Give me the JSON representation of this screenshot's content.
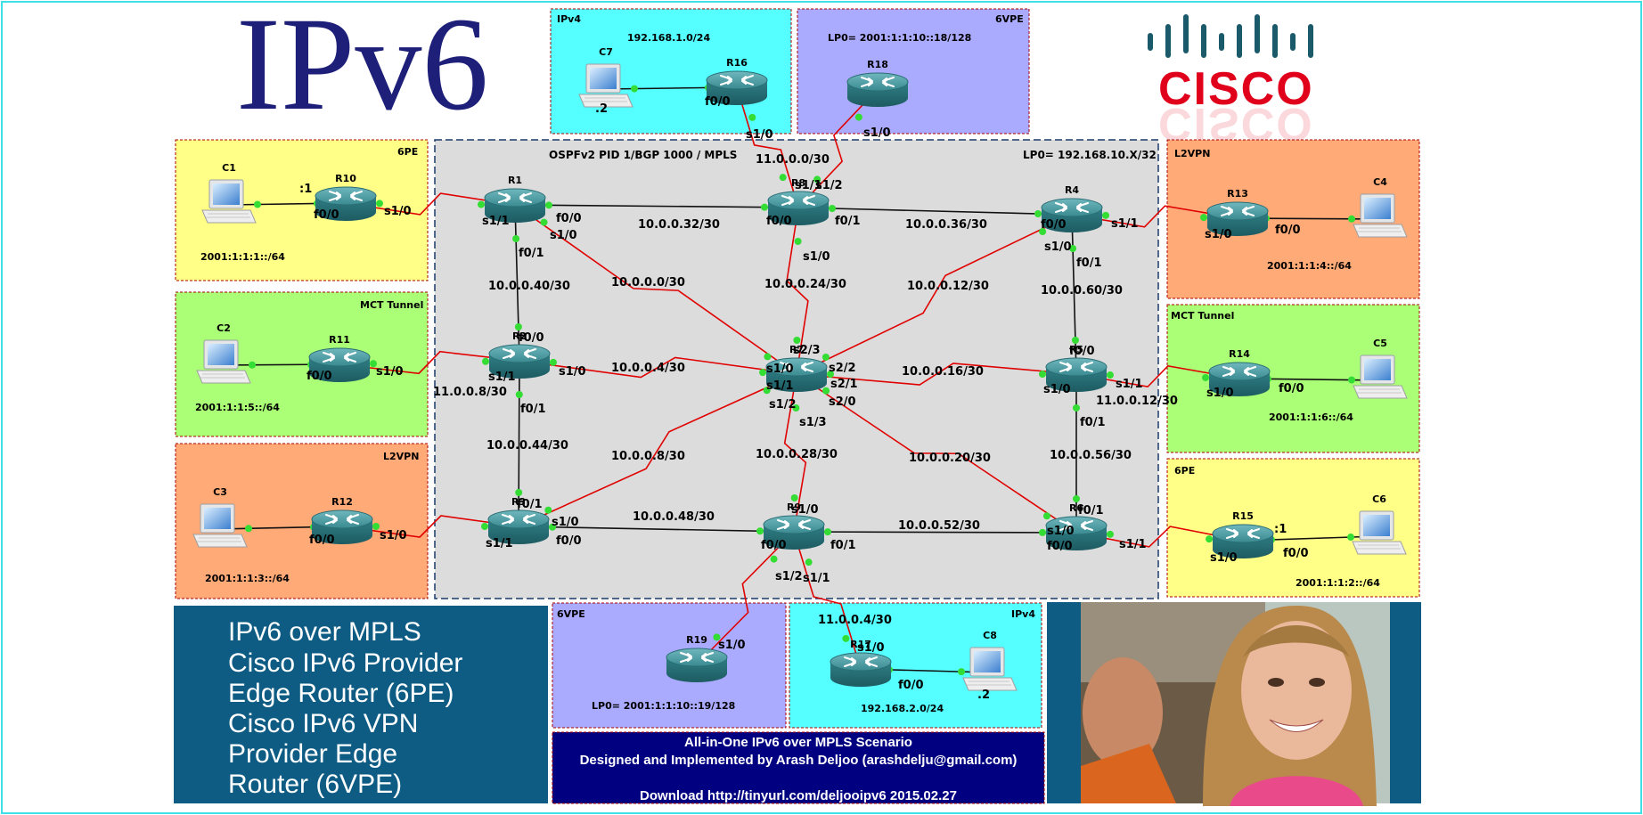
{
  "title": "IPv6",
  "logo": {
    "text": "CISCO",
    "colors": {
      "bars": "#1a5a6a",
      "word": "#e0001b"
    }
  },
  "core": {
    "title": "OSPFv2 PID 1/BGP 1000 / MPLS",
    "loopback": "LP0= 192.168.10.X/32"
  },
  "sites": {
    "ipv4_top": {
      "tag": "IPv4",
      "subnet": "192.168.1.0/24",
      "pc": "C7",
      "pc_ip": ".2",
      "router": "R16",
      "iface_pc": "f0/0",
      "iface_wan": "s1/0"
    },
    "vpe_top": {
      "tag": "6VPE",
      "loopback": "LP0= 2001:1:1:10::18/128",
      "router": "R18",
      "iface": "s1/0"
    },
    "c1": {
      "tag": "6PE",
      "pc": "C1",
      "router": "R10",
      "prefix": "2001:1:1:1::/64",
      "pc_ip": ":1",
      "iface_lan": "f0/0",
      "iface_wan": "s1/0"
    },
    "c2": {
      "tag": "MCT Tunnel",
      "pc": "C2",
      "router": "R11",
      "prefix": "2001:1:1:5::/64",
      "iface_lan": "f0/0",
      "iface_wan": "s1/0"
    },
    "c3": {
      "tag": "L2VPN",
      "pc": "C3",
      "router": "R12",
      "prefix": "2001:1:1:3::/64",
      "iface_lan": "f0/0",
      "iface_wan": "s1/0"
    },
    "c4": {
      "tag": "L2VPN",
      "pc": "C4",
      "router": "R13",
      "prefix": "2001:1:1:4::/64",
      "iface_wan": "s1/0",
      "iface_lan": "f0/0"
    },
    "c5": {
      "tag": "MCT Tunnel",
      "pc": "C5",
      "router": "R14",
      "prefix": "2001:1:1:6::/64",
      "iface_wan": "s1/0",
      "iface_lan": "f0/0"
    },
    "c6": {
      "tag": "6PE",
      "pc": "C6",
      "router": "R15",
      "prefix": "2001:1:1:2::/64",
      "pc_ip": ":1",
      "iface_wan": "s1/0",
      "iface_lan": "f0/0"
    },
    "vpe_bottom": {
      "tag": "6VPE",
      "router": "R19",
      "iface": "s1/0",
      "loopback": "LP0= 2001:1:1:10::19/128"
    },
    "ipv4_bottom": {
      "tag": "IPv4",
      "router": "R17",
      "pc": "C8",
      "wan": "11.0.0.4/30",
      "iface_wan": "s1/0",
      "iface_lan": "f0/0",
      "subnet": "192.168.2.0/24",
      "pc_ip": ".2"
    }
  },
  "routers": {
    "R1": {
      "name": "R1",
      "ifaces": [
        "s1/1",
        "f0/0",
        "s1/0",
        "f0/1"
      ]
    },
    "R2": {
      "name": "R2",
      "ifaces": [
        "f0/0",
        "s1/1",
        "s1/0",
        "f0/1"
      ]
    },
    "R3": {
      "name": "R3",
      "ifaces": [
        "f0/1",
        "s1/0",
        "s1/1",
        "f0/0"
      ]
    },
    "R4": {
      "name": "R4",
      "ifaces": [
        "f0/0",
        "s1/1",
        "s1/0",
        "f0/1"
      ]
    },
    "R5": {
      "name": "R5",
      "ifaces": [
        "f0/0",
        "s1/1",
        "s1/0",
        "f0/1"
      ]
    },
    "R6": {
      "name": "R6",
      "ifaces": [
        "f0/1",
        "s1/1",
        "f0/0",
        "s1/0"
      ]
    },
    "R7": {
      "name": "R7",
      "ifaces": [
        "s2/3",
        "s1/0",
        "s2/2",
        "s2/1",
        "s1/1",
        "s1/2",
        "s2/0",
        "s1/3"
      ]
    },
    "R8": {
      "name": "R8",
      "ifaces": [
        "s1/1",
        "s1/2",
        "f0/0",
        "f0/1",
        "s1/0"
      ]
    },
    "R9": {
      "name": "R9",
      "ifaces": [
        "s1/0",
        "f0/0",
        "f0/1",
        "s1/2",
        "s1/1"
      ]
    }
  },
  "subnets": {
    "r8_r16": "11.0.0.0/30",
    "r1_r8": "10.0.0.32/30",
    "r8_r4": "10.0.0.36/30",
    "r1_r2": "10.0.0.40/30",
    "r1_r7": "10.0.0.0/30",
    "r8_r7": "10.0.0.24/30",
    "r4_r7": "10.0.0.12/30",
    "r4_r5": "10.0.0.60/30",
    "r2_r7": "10.0.0.4/30",
    "r7_r5": "10.0.0.16/30",
    "r2_r11": "11.0.0.8/30",
    "r5_r14": "11.0.0.12/30",
    "r2_r3": "10.0.0.44/30",
    "r3_r7": "10.0.0.8/30",
    "r7_r9": "10.0.0.28/30",
    "r7_r6": "10.0.0.20/30",
    "r5_r6": "10.0.0.56/30",
    "r3_r9": "10.0.0.48/30",
    "r9_r6": "10.0.0.52/30"
  },
  "info": {
    "lines": [
      "IPv6 over MPLS",
      "Cisco IPv6 Provider",
      "Edge Router (6PE)",
      "Cisco IPv6 VPN",
      "Provider Edge",
      "Router (6VPE)"
    ]
  },
  "credits": {
    "line1": "All-in-One IPv6 over MPLS Scenario",
    "line2": "Designed and Implemented by Arash Deljoo (arashdelju@gmail.com)",
    "line3": "Download http://tinyurl.com/deljooipv6      2015.02.27"
  },
  "colors": {
    "core_bg": "#dcdcdc",
    "yellow": "#ffff88",
    "green": "#aaff77",
    "orange": "#ffaa77",
    "cyan": "#55ffff",
    "lavender": "#aaaaff",
    "info_bg": "#0e5c83",
    "credit_bg": "#000080",
    "serial_link": "#e00000",
    "port_dot": "#33dd33",
    "router_body": "#2f7f86"
  }
}
